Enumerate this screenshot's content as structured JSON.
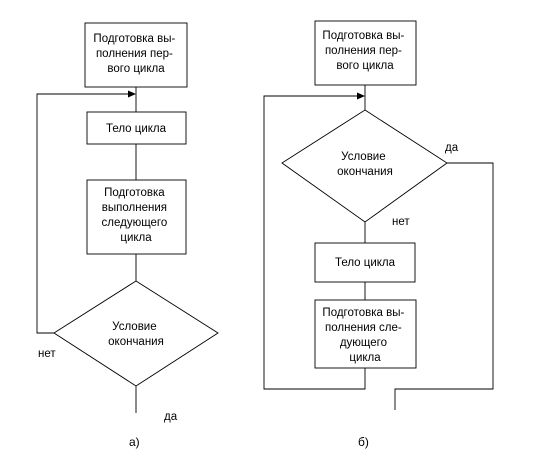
{
  "diagram_a": {
    "prep_first": [
      "Подготовка вы-",
      "полнения пер-",
      "вого цикла"
    ],
    "body": [
      "Тело цикла"
    ],
    "prep_next": [
      "Подготовка",
      "выполнения",
      "следующего",
      "цикла"
    ],
    "condition": [
      "Условие",
      "окончания"
    ],
    "label_no": "нет",
    "label_yes": "да",
    "caption": "а)"
  },
  "diagram_b": {
    "prep_first": [
      "Подготовка вы-",
      "полнения пер-",
      "вого цикла"
    ],
    "condition": [
      "Условие",
      "окончания"
    ],
    "body": [
      "Тело цикла"
    ],
    "prep_next": [
      "Подготовка вы-",
      "полнения сле-",
      "дующего",
      "цикла"
    ],
    "label_yes": "да",
    "label_no": "нет",
    "caption": "б)"
  }
}
